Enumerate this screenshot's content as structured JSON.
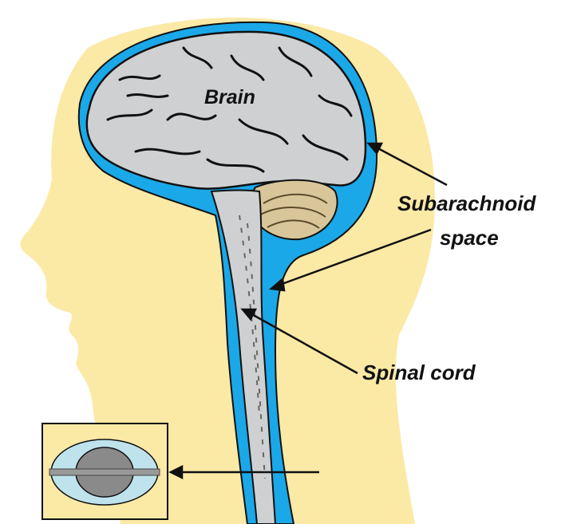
{
  "labels": {
    "brain": "Brain",
    "subarachnoid_line1": "Subarachnoid",
    "subarachnoid_line2": "space",
    "spinal_cord": "Spinal cord"
  },
  "colors": {
    "skin": "#fbe9a6",
    "csf_blue": "#1aa8e8",
    "brain_gray": "#cfd0d2",
    "outline": "#111111",
    "cerebellum": "#d8c69a",
    "inset_bg": "#fbe9a6",
    "inset_fluid": "#bfe3ec",
    "inset_cord": "#8a8a8a"
  }
}
